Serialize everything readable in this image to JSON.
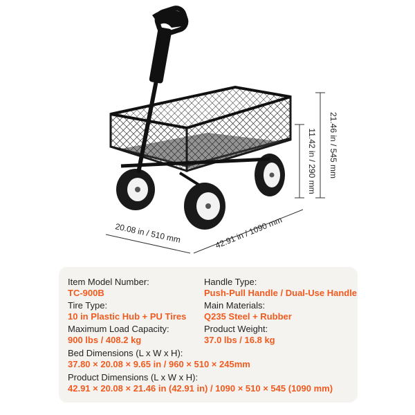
{
  "dimensions": {
    "total_height": "21.46 in / 545 mm",
    "bed_height": "11.42 in / 290 mm",
    "width": "20.08 in / 510 mm",
    "length": "42.91 in / 1090 mm"
  },
  "specs": {
    "item_model": {
      "label": "Item Model Number:",
      "value": "TC-900B"
    },
    "handle_type": {
      "label": "Handle Type:",
      "value": "Push-Pull Handle / Dual-Use Handle"
    },
    "tire_type": {
      "label": "Tire Type:",
      "value": "10 in Plastic Hub + PU Tires"
    },
    "main_materials": {
      "label": "Main Materials:",
      "value": "Q235 Steel + Rubber"
    },
    "max_load": {
      "label": "Maximum Load Capacity:",
      "value": "900 lbs / 408.2 kg"
    },
    "product_weight": {
      "label": "Product Weight:",
      "value": "37.0 lbs / 16.8 kg"
    },
    "bed_dimensions": {
      "label": "Bed Dimensions (L x W x H):",
      "value": "37.80 × 20.08 × 9.65 in / 960 × 510 × 245mm"
    },
    "product_dimensions": {
      "label": "Product Dimensions (L x W x H):",
      "value": "42.91 × 20.08 × 21.46 in (42.91 in) / 1090 × 510 × 545 (1090 mm)"
    }
  },
  "colors": {
    "accent": "#ef5a1f",
    "card_bg": "#f5f3ef",
    "frame": "#1a1a1a",
    "wheel_hub": "#f2f2f2"
  }
}
